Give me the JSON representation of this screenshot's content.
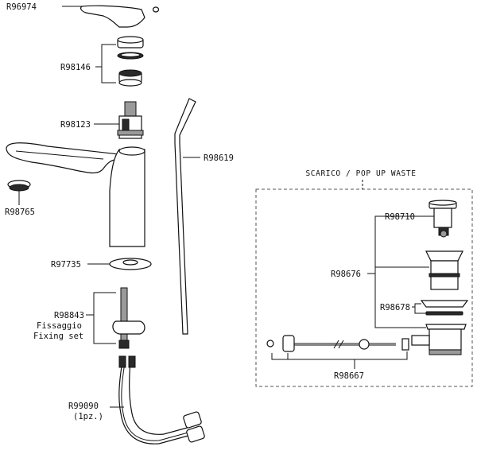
{
  "labels": {
    "r96974": "R96974",
    "r98146": "R98146",
    "r98123": "R98123",
    "r98765": "R98765",
    "r98619": "R98619",
    "r97735": "R97735",
    "r98843": "R98843",
    "fissaggio": "Fissaggio",
    "fixing_set": "Fixing set",
    "r99090": "R99090",
    "one_piece": "(1pz.)",
    "r98710": "R98710",
    "r98676": "R98676",
    "r98678": "R98678",
    "r98667": "R98667"
  },
  "waste_box": {
    "title": "SCARICO / POP UP WASTE"
  }
}
